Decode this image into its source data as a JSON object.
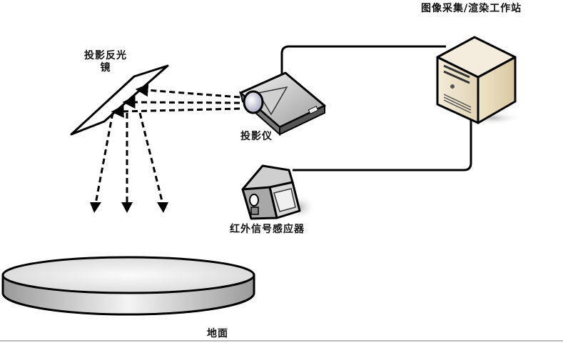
{
  "diagram": {
    "labels": {
      "workstation": "图像采集/渲染工作站",
      "mirror": "投影反光镜",
      "projector": "投影仪",
      "ir_sensor": "红外信号感应器",
      "ground": "地面"
    },
    "components": [
      {
        "id": "workstation",
        "icon": "computer-tower-icon"
      },
      {
        "id": "projector",
        "icon": "projector-icon"
      },
      {
        "id": "mirror",
        "icon": "mirror-panel-icon"
      },
      {
        "id": "ir_sensor",
        "icon": "infrared-camera-icon"
      },
      {
        "id": "ground",
        "icon": "floor-disc-icon"
      }
    ],
    "connections": [
      {
        "from": "workstation",
        "to": "projector",
        "style": "solid"
      },
      {
        "from": "workstation",
        "to": "ir_sensor",
        "style": "solid"
      },
      {
        "from": "projector",
        "to": "mirror",
        "style": "dashed-arrows"
      },
      {
        "from": "mirror",
        "to": "ground",
        "style": "dashed-arrows"
      }
    ],
    "colors": {
      "line": "#000000",
      "workstation_body": "#e8dcc2",
      "device_gray": "#b8b8b8",
      "ground_top": "#eaeaea"
    }
  }
}
